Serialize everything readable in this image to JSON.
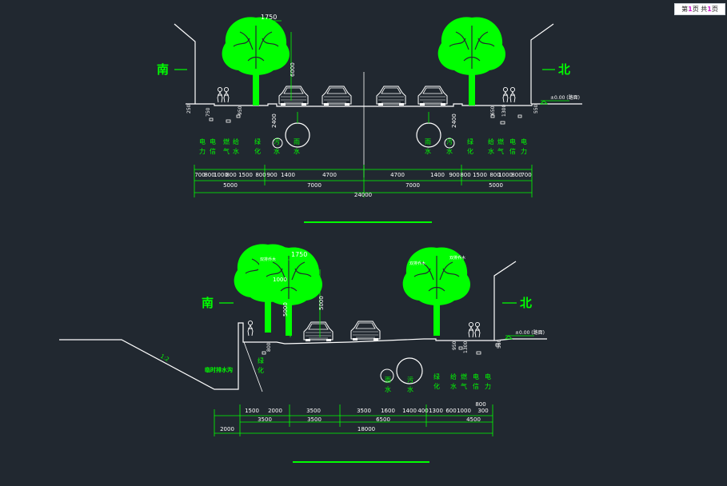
{
  "colors": {
    "background": "#212830",
    "linework": "#ffffff",
    "dimension": "#00ff00",
    "tree": "#00ff00",
    "text_green": "#00ff00",
    "text_yellow": "#ffff55",
    "accent_magenta": "#d01ad0"
  },
  "sheet_badge": {
    "prefix": "第",
    "num1": "1",
    "mid": "页 共",
    "num2": "1",
    "suffix": "页"
  },
  "top_section": {
    "dir_south": "南",
    "dir_north": "北",
    "elevation": "±0.00 (路面)",
    "tree_width": "1750",
    "tree_height": "6000",
    "depth_left": "2400",
    "depth_right": "2400",
    "small_dims_left": [
      "250",
      "750",
      "950"
    ],
    "small_dims_right": [
      "650",
      "1300",
      "550"
    ],
    "labels_left": [
      [
        "电",
        "力"
      ],
      [
        "电",
        "信"
      ],
      [
        "燃",
        "气"
      ],
      [
        "给",
        "水"
      ],
      [
        "绿",
        "化"
      ],
      [
        "污",
        "水"
      ],
      [
        "雨",
        "水"
      ]
    ],
    "labels_right": [
      [
        "雨",
        "水"
      ],
      [
        "污",
        "水"
      ],
      [
        "绿",
        "化"
      ],
      [
        "给",
        "水"
      ],
      [
        "燃",
        "气"
      ],
      [
        "电",
        "信"
      ],
      [
        "电",
        "力"
      ]
    ],
    "dim_row1": [
      "700",
      "800",
      "1000",
      "800",
      "1500",
      "800",
      "900",
      "1400",
      "4700",
      "4700",
      "1400",
      "900",
      "800",
      "1500",
      "800",
      "1000",
      "800",
      "700"
    ],
    "dim_row2": [
      "5000",
      "7000",
      "7000",
      "5000"
    ],
    "dim_total": "24000"
  },
  "bottom_section": {
    "dir_south": "南",
    "dir_north": "北",
    "elevation": "±0.00 (路面)",
    "slope": "1:2",
    "slope_label": "临时排水沟",
    "tree_width": "1750",
    "tree_height": "5000",
    "tree_height_2": "5000",
    "tree_crown": "1000",
    "tag_left": "双排乔木",
    "tag_mid": "双排乔木",
    "tag_right": "双排乔木",
    "small_dims_left": [
      "800"
    ],
    "small_dims_right": [
      "950",
      "1300",
      "550"
    ],
    "labels_left": [
      [
        "绿",
        "化"
      ]
    ],
    "labels_mid": [
      [
        "雨",
        "水"
      ],
      [
        "污",
        "水"
      ]
    ],
    "labels_right": [
      [
        "绿",
        "化"
      ],
      [
        "给",
        "水"
      ],
      [
        "燃",
        "气"
      ],
      [
        "电",
        "信"
      ],
      [
        "电",
        "力"
      ]
    ],
    "dim_row1": [
      "1500",
      "2000",
      "3500",
      "3500",
      "1600",
      "1400",
      "400",
      "1300",
      "600",
      "1000",
      "300"
    ],
    "dim_extra": "800",
    "dim_row2": [
      "3500",
      "3500",
      "6500",
      "4500"
    ],
    "dim_total_left": "2000",
    "dim_total": "18000"
  }
}
